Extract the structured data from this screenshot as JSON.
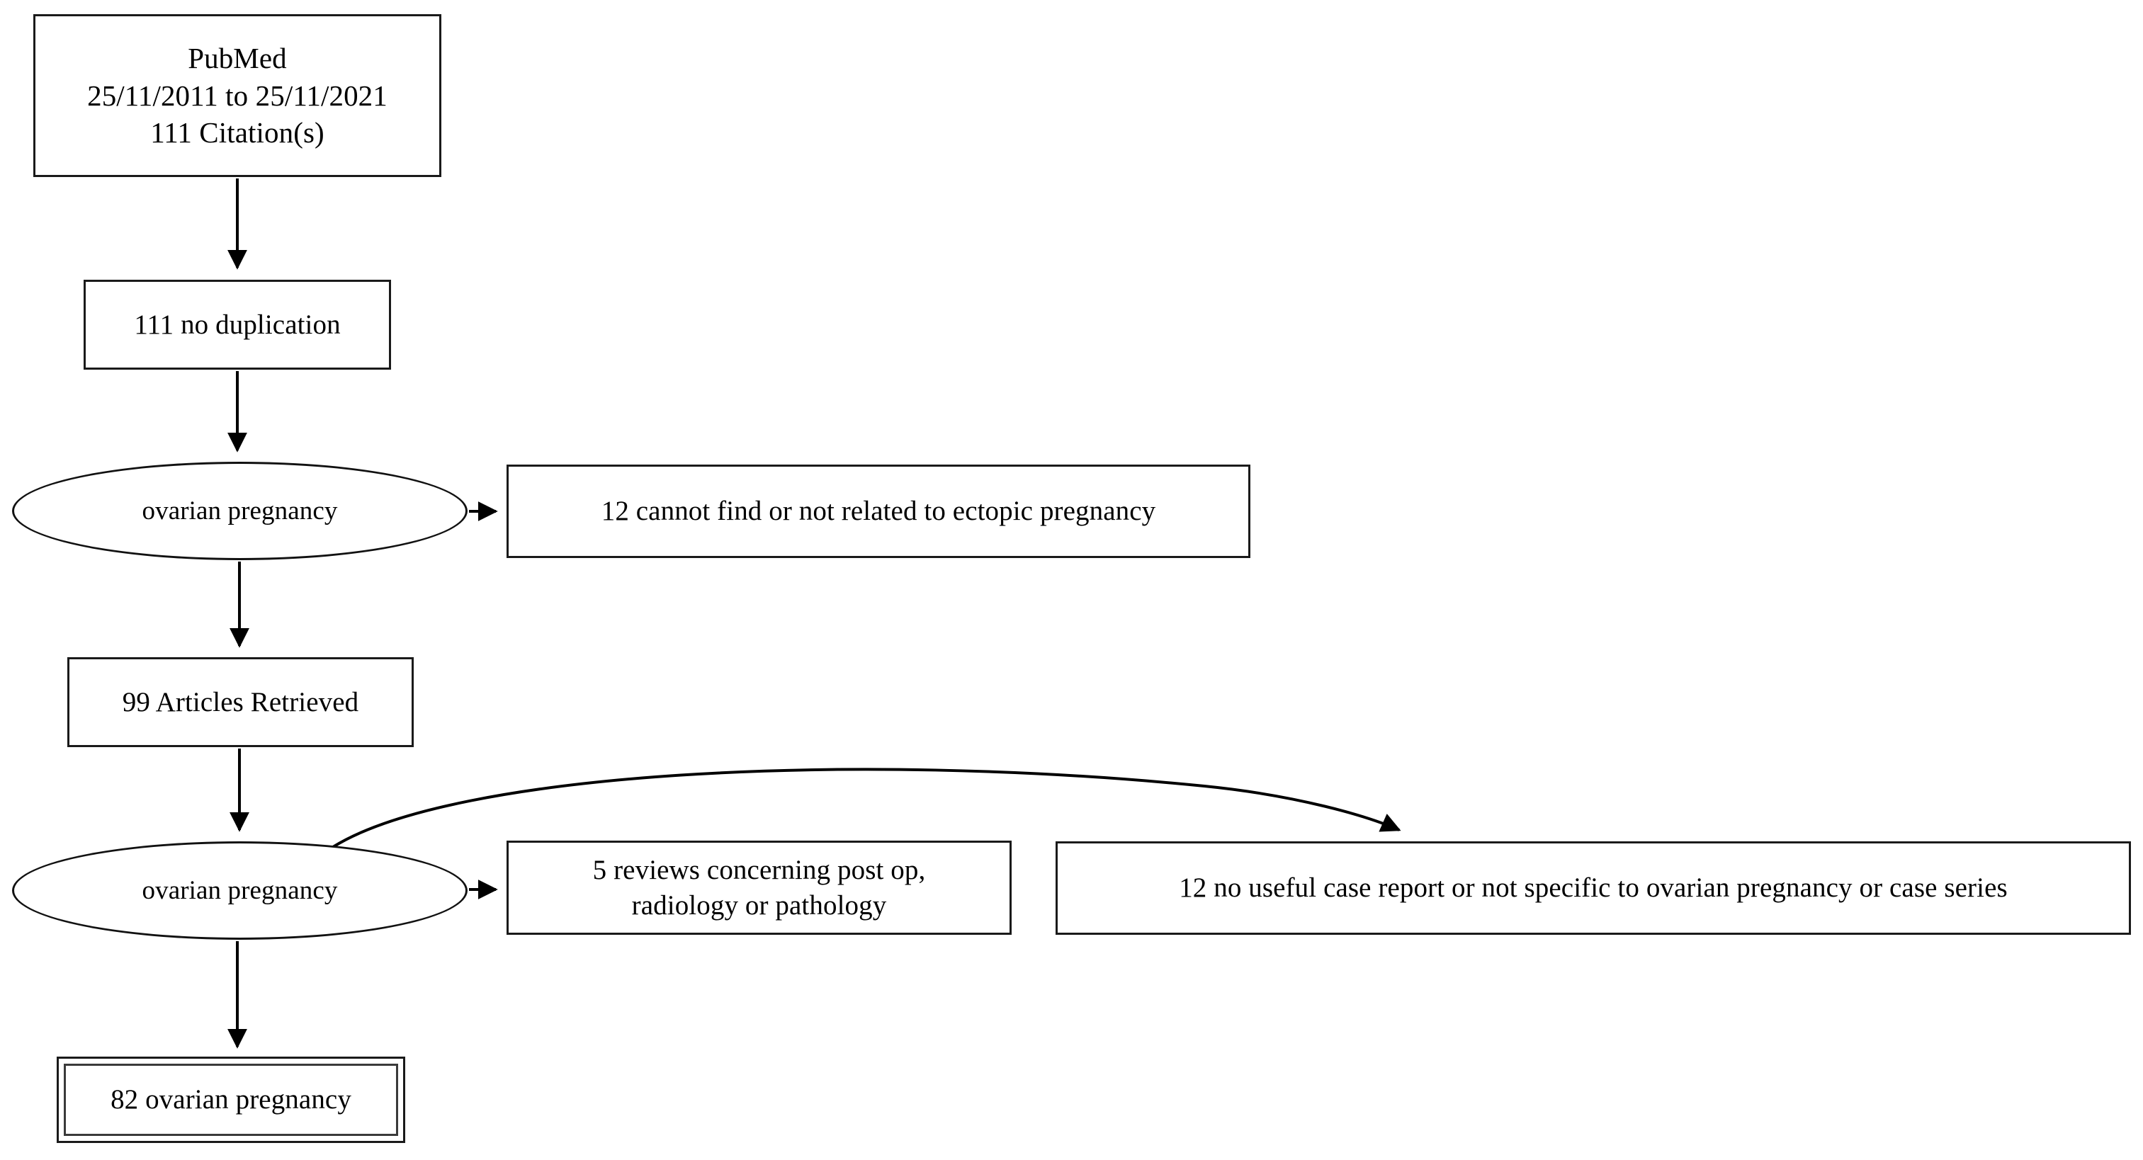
{
  "diagram": {
    "title": "PubMed literature search flow for ovarian pregnancy",
    "type": "flowchart",
    "colors": {
      "node_border": "#1a1a1a",
      "edge": "#000000",
      "background": "#ffffff",
      "text": "#000000"
    },
    "nodes": [
      {
        "id": "source",
        "shape": "box",
        "label": "PubMed\n25/11/2011 to 25/11/2021\n111 Citation(s)",
        "lines": [
          "PubMed",
          "25/11/2011 to 25/11/2021",
          "111 Citation(s)"
        ],
        "count": 111
      },
      {
        "id": "nodup",
        "shape": "box",
        "label": "111 no duplication",
        "count": 111
      },
      {
        "id": "screen1",
        "shape": "ellipse",
        "label": "ovarian pregnancy"
      },
      {
        "id": "excl1",
        "shape": "box",
        "label": "12 cannot find or not related to ectopic pregnancy",
        "count": 12
      },
      {
        "id": "retrieved",
        "shape": "box",
        "label": "99 Articles Retrieved",
        "count": 99
      },
      {
        "id": "screen2",
        "shape": "ellipse",
        "label": "ovarian pregnancy"
      },
      {
        "id": "excl2",
        "shape": "box",
        "label": "5 reviews concerning post op,\nradiology or pathology",
        "count": 5
      },
      {
        "id": "excl3",
        "shape": "box",
        "label": "12 no useful case report or not specific to ovarian pregnancy or case series",
        "count": 12
      },
      {
        "id": "included",
        "shape": "double-box",
        "label": "82 ovarian pregnancy",
        "count": 82
      }
    ],
    "edges": [
      {
        "from": "source",
        "to": "nodup",
        "style": "straight-down"
      },
      {
        "from": "nodup",
        "to": "screen1",
        "style": "straight-down"
      },
      {
        "from": "screen1",
        "to": "excl1",
        "style": "straight-right"
      },
      {
        "from": "screen1",
        "to": "retrieved",
        "style": "straight-down"
      },
      {
        "from": "retrieved",
        "to": "screen2",
        "style": "straight-down"
      },
      {
        "from": "screen2",
        "to": "excl2",
        "style": "straight-right"
      },
      {
        "from": "screen2",
        "to": "excl3",
        "style": "curved-arc"
      },
      {
        "from": "screen2",
        "to": "included",
        "style": "straight-down"
      }
    ]
  }
}
